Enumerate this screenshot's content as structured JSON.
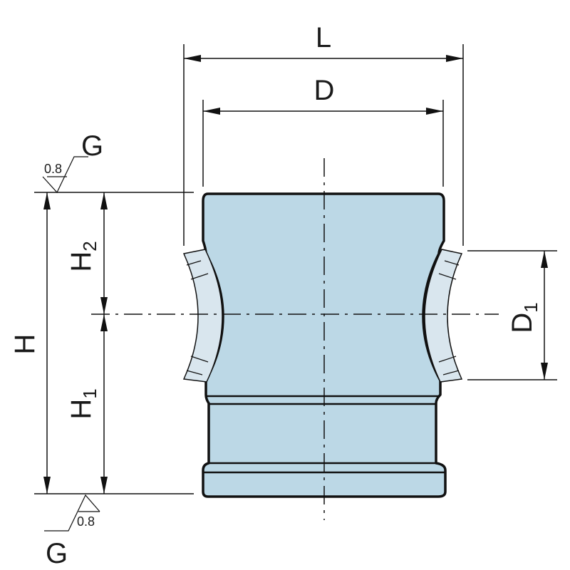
{
  "labels": {
    "L": "L",
    "D": "D",
    "H": "H",
    "H1": {
      "main": "H",
      "sub": "1"
    },
    "H2": {
      "main": "H",
      "sub": "2"
    },
    "D1": {
      "main": "D",
      "sub": "1"
    },
    "finish_top": {
      "symbol": "G",
      "value": "0.8"
    },
    "finish_bottom": {
      "symbol": "G",
      "value": "0.8"
    }
  },
  "colors": {
    "body_fill": "#bcd8e6",
    "line": "#111111"
  }
}
